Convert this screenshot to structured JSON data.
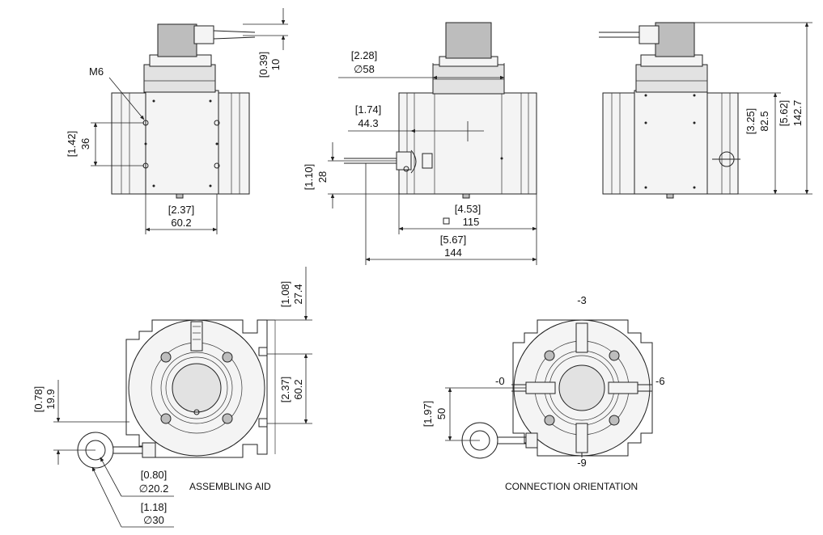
{
  "callouts": {
    "thread": "M6",
    "cable_in": "[0.39]",
    "cable_mm": "10",
    "side_height_in": "[1.42]",
    "side_height_mm": "36",
    "side_width_in": "[2.37]",
    "side_width_mm": "60.2",
    "flange_in": "[2.28]",
    "flange_mm": "∅58",
    "offset_in": "[1.74]",
    "offset_mm": "44.3",
    "exit_in": "[1.10]",
    "exit_mm": "28",
    "front_in": "[4.53]",
    "front_mm": "115",
    "overall_in": "[5.67]",
    "overall_mm": "144",
    "body_h_in": "[3.25]",
    "body_h_mm": "82.5",
    "total_h_in": "[5.62]",
    "total_h_mm": "142.7",
    "top_in": "[1.08]",
    "top_mm": "27.4",
    "mid_in": "[2.37]",
    "mid_mm": "60.2",
    "eye_off_in": "[0.78]",
    "eye_off_mm": "19.9",
    "inner_in": "[0.80]",
    "inner_mm": "∅20.2",
    "outer_in": "[1.18]",
    "outer_mm": "∅30",
    "conn_in": "[1.97]",
    "conn_mm": "50",
    "pos_top": "-3",
    "pos_left": "-0",
    "pos_right": "-6",
    "pos_bottom": "-9"
  },
  "captions": {
    "assembling": "ASSEMBLING AID",
    "orientation": "CONNECTION ORIENTATION"
  }
}
